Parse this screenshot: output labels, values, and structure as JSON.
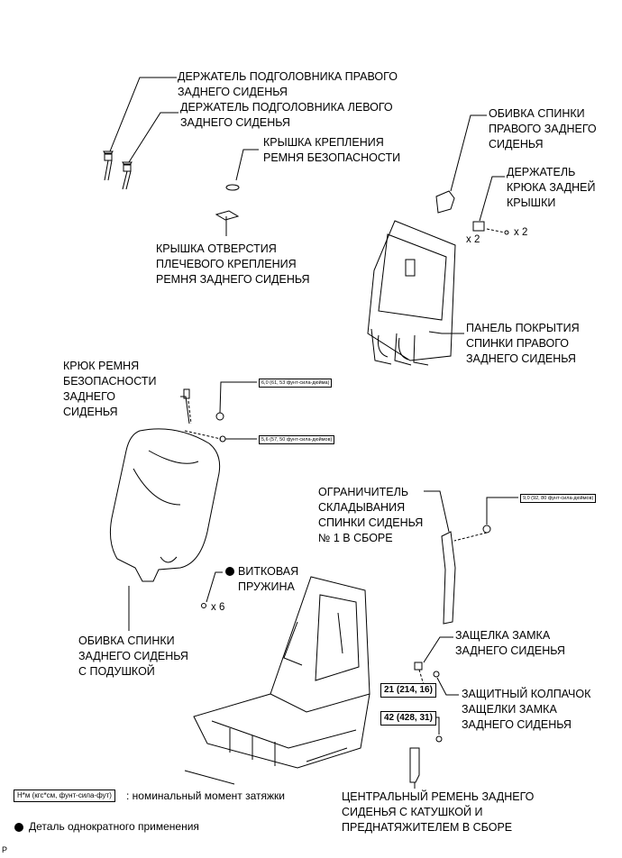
{
  "labels": {
    "right_headrest_holder": "ДЕРЖАТЕЛЬ ПОДГОЛОВНИКА ПРАВОГО\nЗАДНЕГО СИДЕНЬЯ",
    "left_headrest_holder": "ДЕРЖАТЕЛЬ ПОДГОЛОВНИКА ЛЕВОГО\nЗАДНЕГО СИДЕНЬЯ",
    "belt_anchor_cover": "КРЫШКА КРЕПЛЕНИЯ\nРЕМНЯ БЕЗОПАСНОСТИ",
    "shoulder_anchor_hole_cover": "КРЫШКА ОТВЕРСТИЯ\nПЛЕЧЕВОГО КРЕПЛЕНИЯ\nРЕМНЯ ЗАДНЕГО СИДЕНЬЯ",
    "right_seatback_upholstery": "ОБИВКА СПИНКИ\nПРАВОГО ЗАДНЕГО\nСИДЕНЬЯ",
    "rear_cover_hook_holder": "ДЕРЖАТЕЛЬ\nКРЮКА ЗАДНЕЙ\nКРЫШКИ",
    "x2_a": "x 2",
    "x2_b": "x 2",
    "right_seatback_cover_panel": "ПАНЕЛЬ ПОКРЫТИЯ\nСПИНКИ ПРАВОГО\nЗАДНЕГО СИДЕНЬЯ",
    "belt_hook": "КРЮК РЕМНЯ\nБЕЗОПАСНОСТИ\nЗАДНЕГО\nСИДЕНЬЯ",
    "seatback_upholstery_with_pad": "ОБИВКА СПИНКИ\nЗАДНЕГО СИДЕНЬЯ\nС ПОДУШКОЙ",
    "coil_spring": "ВИТКОВАЯ\nПРУЖИНА",
    "x6": "x 6",
    "fold_limiter": "ОГРАНИЧИТЕЛЬ\nСКЛАДЫВАНИЯ\nСПИНКИ СИДЕНЬЯ\n№ 1 В СБОРЕ",
    "buckle_latch": "ЗАЩЕЛКА ЗАМКА\nЗАДНЕГО СИДЕНЬЯ",
    "buckle_latch_cap": "ЗАЩИТНЫЙ КОЛПАЧОК\nЗАЩЕЛКИ ЗАМКА\nЗАДНЕГО СИДЕНЬЯ",
    "center_belt": "ЦЕНТРАЛЬНЫЙ РЕМЕНЬ ЗАДНЕГО\nСИДЕНЬЯ С КАТУШКОЙ И\nПРЕДНАТЯЖИТЕЛЕМ В СБОРЕ"
  },
  "torques": {
    "t1": "6,0 (61, 53 фунт-сила-дюйма)",
    "t2": "5,6 (57, 50 фунт-сила-дюймов)",
    "t3": "9,0 (92, 80 фунт-сила-дюймов)",
    "t4": "21 (214, 16)",
    "t5": "42 (428, 31)"
  },
  "legend": {
    "unit_box": "Н*м (кгс*см, фунт-сила-фут)",
    "unit_desc": ": номинальный момент затяжки",
    "single_use": "Деталь однократного применения"
  },
  "corner_mark": "P"
}
